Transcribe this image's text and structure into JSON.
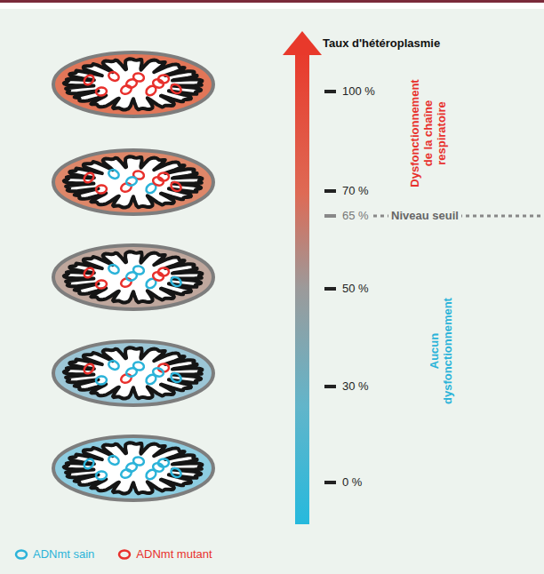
{
  "diagram": {
    "title": "Taux d'hétéroplasmie",
    "labels": [
      "100 %",
      "70 %",
      "65 %",
      "Niveau seuil",
      "50 %",
      "30 %",
      "0 %",
      "Dysfonctionnement de la chaîne respiratoire",
      "Aucun dysfonctionnement"
    ],
    "legend": [
      {
        "text": "ADNmt sain"
      },
      {
        "text": "ADNmt mutant"
      }
    ]
  }
}
